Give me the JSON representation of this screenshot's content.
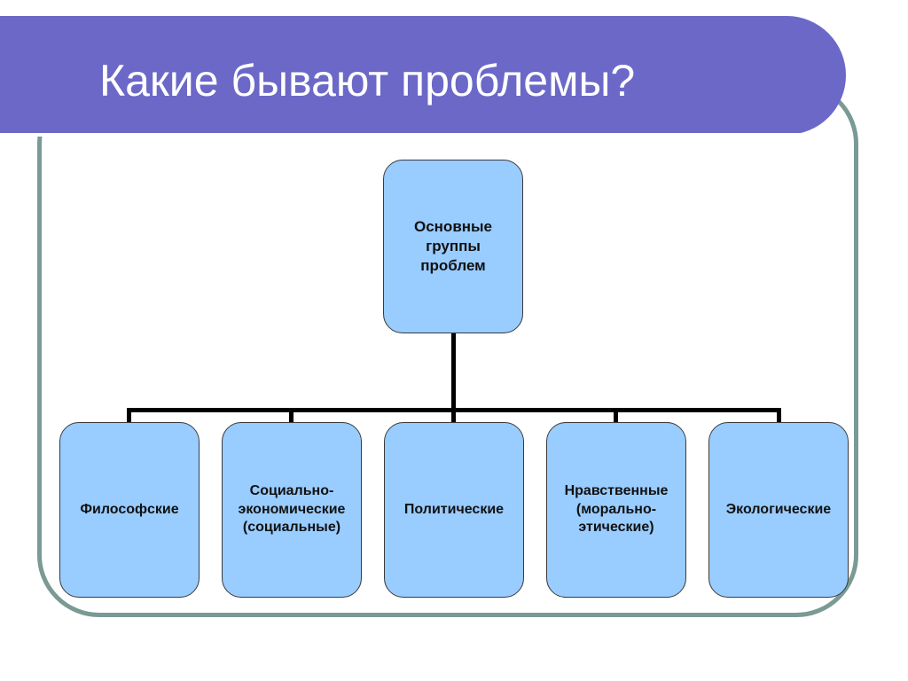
{
  "slide": {
    "title": "Какие бывают проблемы?"
  },
  "diagram": {
    "root": "Основные\nгруппы\nпроблем",
    "children": [
      "Философские",
      "Социально-\nэкономические\n(социальные)",
      "Политические",
      "Нравственные\n(морально-\nэтические)",
      "Экологические"
    ]
  },
  "colors": {
    "title_bar": "#6b68c8",
    "frame_border": "#7a9a94",
    "box_fill": "#99ccff",
    "connector": "#000000"
  }
}
